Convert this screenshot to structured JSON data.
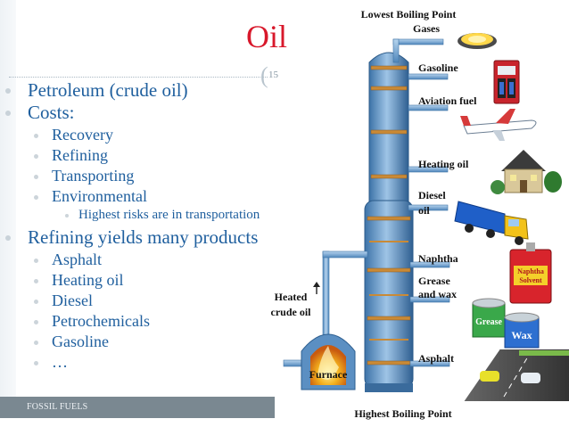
{
  "slide": {
    "title": "Oil",
    "page_number": "15",
    "footer": "FOSSIL FUELS"
  },
  "bullets": [
    {
      "text": "Petroleum (crude oil)",
      "level": 1
    },
    {
      "text": "Costs:",
      "level": 1
    },
    {
      "text": "Recovery",
      "level": 2
    },
    {
      "text": "Refining",
      "level": 2
    },
    {
      "text": "Transporting",
      "level": 2
    },
    {
      "text": "Environmental",
      "level": 2
    },
    {
      "text": "Highest risks are in transportation",
      "level": 3
    },
    {
      "text": "Refining yields many products",
      "level": 1
    },
    {
      "text": "Asphalt",
      "level": 2
    },
    {
      "text": "Heating oil",
      "level": 2
    },
    {
      "text": "Diesel",
      "level": 2
    },
    {
      "text": "Petrochemicals",
      "level": 2
    },
    {
      "text": "Gasoline",
      "level": 2
    },
    {
      "text": "…",
      "level": 2
    }
  ],
  "diagram": {
    "top_label": "Lowest Boiling Point",
    "bottom_label": "Highest Boiling Point",
    "input_label_1": "Heated",
    "input_label_2": "crude oil",
    "furnace_label": "Furnace",
    "products": {
      "gases": "Gases",
      "gasoline": "Gasoline",
      "aviation_fuel": "Aviation fuel",
      "heating_oil": "Heating oil",
      "diesel_1": "Diesel",
      "diesel_2": "oil",
      "naphtha": "Naphtha",
      "grease_1": "Grease",
      "grease_2": "and wax",
      "asphalt": "Asphalt"
    },
    "can_labels": {
      "naphtha_can_1": "Naphtha",
      "naphtha_can_2": "Solvent",
      "grease_can": "Grease",
      "wax_can": "Wax"
    }
  }
}
